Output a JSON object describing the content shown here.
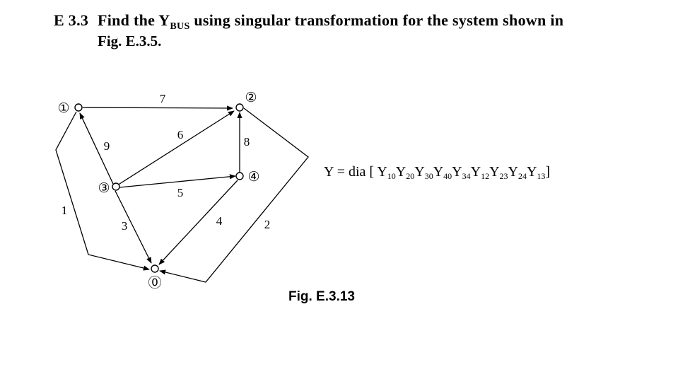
{
  "problem": {
    "number": "E 3.3",
    "text_before": "Find the Y",
    "subscript": "BUS",
    "text_after": " using singular transformation for the system shown in",
    "line2": "Fig. E.3.5."
  },
  "diagram": {
    "nodes": {
      "n1": "①",
      "n2": "②",
      "n3": "③",
      "n4": "④",
      "n0": "⓪"
    },
    "edges": {
      "e1": "1",
      "e2": "2",
      "e3": "3",
      "e4": "4",
      "e5": "5",
      "e6": "6",
      "e7": "7",
      "e8": "8",
      "e9": "9"
    }
  },
  "equation": {
    "prefix": "Y = dia [ ",
    "terms": [
      "10",
      "20",
      "30",
      "40",
      "34",
      "12",
      "23",
      "24",
      "13"
    ],
    "suffix": "]"
  },
  "caption": "Fig. E.3.13"
}
